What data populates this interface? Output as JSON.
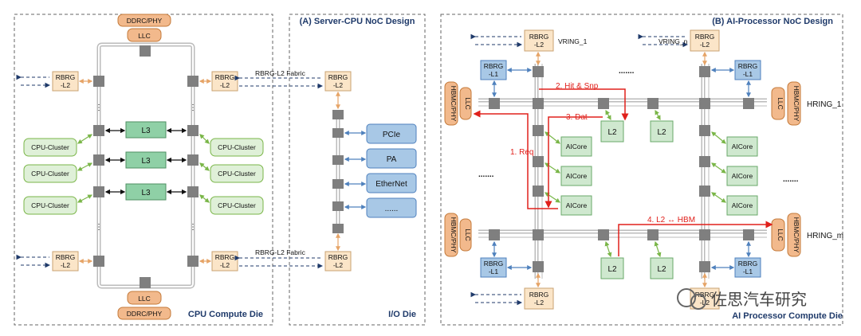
{
  "panels": {
    "cpu": {
      "label": "CPU Compute Die",
      "l3": [
        "L3",
        "L3",
        "L3"
      ],
      "clusters": [
        "CPU-Cluster",
        "CPU-Cluster",
        "CPU-Cluster",
        "CPU-Cluster",
        "CPU-Cluster",
        "CPU-Cluster"
      ]
    },
    "io": {
      "title": "(A) Server-CPU NoC Design",
      "label": "I/O Die",
      "devices": [
        "PCIe",
        "PA",
        "EtherNet",
        "......"
      ]
    },
    "ai": {
      "title": "(B) AI-Processor NoC Design",
      "label": "AI Processor Compute Die"
    }
  },
  "labels": {
    "ddrc_phy": "DDRC/PHY",
    "llc": "LLC",
    "rbrg_l2": "RBRG\n-L2",
    "rbrg_l1": "RBRG\n-L1",
    "rbrg_fabric": "RBRG-L2 Fabric",
    "hbmc_phy": "HBMC/PHY",
    "l2": "L2",
    "aicore": "AICore",
    "vring_1": "VRING_1",
    "vring_n": "VRING_n",
    "hring_1": "HRING_1",
    "hring_m": "HRING_m",
    "dots_v": "⋮",
    "dots_h": "......."
  },
  "annotations": {
    "req": "1. Req",
    "hit_snp": "2. Hit & Snp",
    "dat": "3. Dat",
    "l2_hbm": "4. L2 ↔ HBM"
  },
  "watermark": "佐思汽车研究",
  "colors": {
    "orange_fill": "#f2b98c",
    "orange_stroke": "#c47a3a",
    "green_fill": "#cfe8cf",
    "green_stroke": "#6aa86a",
    "l3_fill": "#8fd0a6",
    "blue_fill": "#a8c8e6",
    "blue_stroke": "#4f81bd",
    "rbrg_fill": "#fbe5c8",
    "router": "#7f7f7f",
    "red": "#e0201b",
    "dark_blue": "#1f3a6a"
  }
}
